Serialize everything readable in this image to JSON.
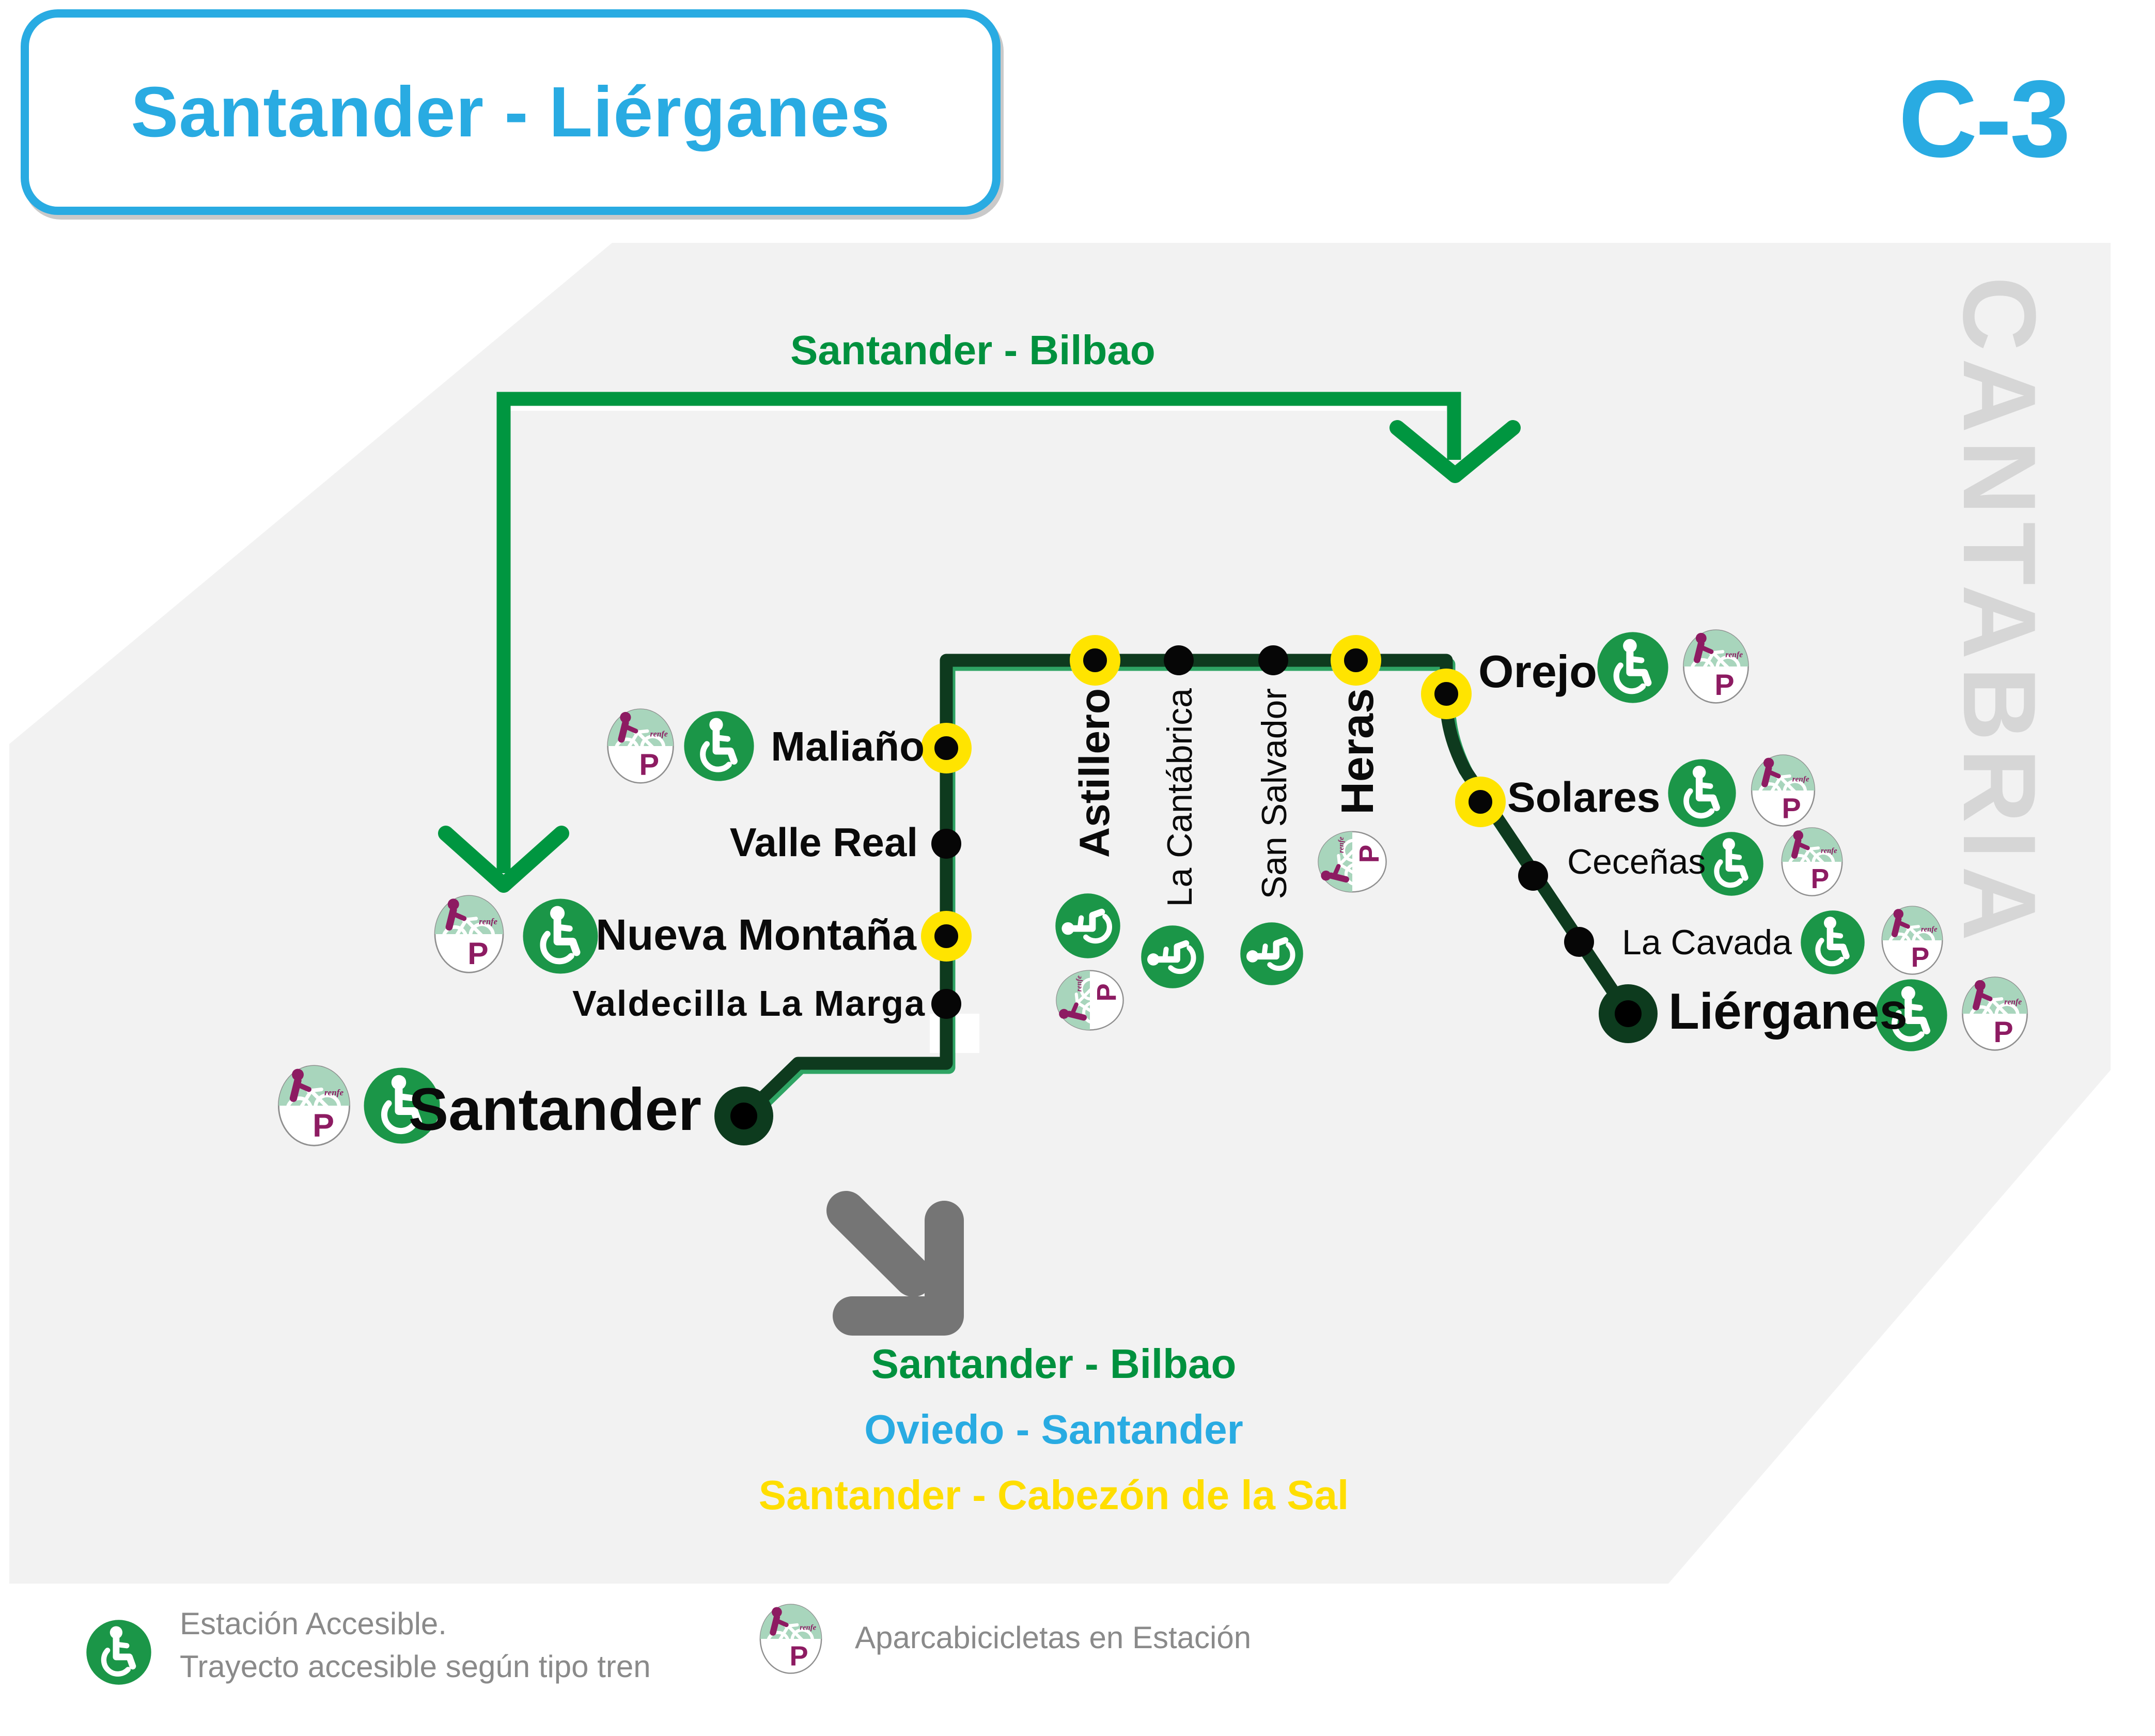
{
  "header": {
    "title": "Santander - Liérganes",
    "line_code": "C-3",
    "region_watermark": "CANTABRIA"
  },
  "colors": {
    "accent_cyan": "#29ABE2",
    "route_dark_green": "#0E3A1E",
    "route_edge_green": "#2FA464",
    "connection_arrow_green": "#009640",
    "interchange_yellow": "#FFE400",
    "bottom_label_green": "#00913E",
    "bottom_label_cyan": "#29ABE2",
    "bottom_label_yellow": "#FFDE00",
    "map_background_gray": "#F2F2F2",
    "transfer_arrow_gray": "#757575",
    "legend_text_gray": "#8A8A8A"
  },
  "top_connection": {
    "label": "Santander - Bilbao"
  },
  "bottom_connections": [
    {
      "label": "Santander - Bilbao",
      "color": "#00913E"
    },
    {
      "label": "Oviedo - Santander",
      "color": "#29ABE2"
    },
    {
      "label": "Santander - Cabezón de la Sal",
      "color": "#FFDE00"
    }
  ],
  "stations": [
    {
      "name": "Santander",
      "marker": "terminal",
      "accessible": true,
      "bike_parking": true,
      "label_orientation": "horizontal"
    },
    {
      "name": "Valdecilla La Marga",
      "marker": "intermediate",
      "accessible": false,
      "bike_parking": false,
      "label_orientation": "horizontal"
    },
    {
      "name": "Nueva Montaña",
      "marker": "interchange",
      "accessible": true,
      "bike_parking": true,
      "label_orientation": "horizontal"
    },
    {
      "name": "Valle Real",
      "marker": "intermediate",
      "accessible": false,
      "bike_parking": false,
      "label_orientation": "horizontal"
    },
    {
      "name": "Maliaño",
      "marker": "interchange",
      "accessible": true,
      "bike_parking": true,
      "label_orientation": "horizontal"
    },
    {
      "name": "Astillero",
      "marker": "interchange",
      "accessible": true,
      "bike_parking": true,
      "label_orientation": "vertical"
    },
    {
      "name": "La Cantábrica",
      "marker": "intermediate",
      "accessible": true,
      "bike_parking": false,
      "label_orientation": "vertical"
    },
    {
      "name": "San Salvador",
      "marker": "intermediate",
      "accessible": true,
      "bike_parking": false,
      "label_orientation": "vertical"
    },
    {
      "name": "Heras",
      "marker": "interchange",
      "accessible": false,
      "bike_parking": true,
      "label_orientation": "vertical"
    },
    {
      "name": "Orejo",
      "marker": "interchange",
      "accessible": true,
      "bike_parking": true,
      "label_orientation": "horizontal"
    },
    {
      "name": "Solares",
      "marker": "interchange",
      "accessible": true,
      "bike_parking": true,
      "label_orientation": "horizontal"
    },
    {
      "name": "Ceceñas",
      "marker": "intermediate",
      "accessible": true,
      "bike_parking": true,
      "label_orientation": "horizontal"
    },
    {
      "name": "La Cavada",
      "marker": "intermediate",
      "accessible": true,
      "bike_parking": true,
      "label_orientation": "horizontal"
    },
    {
      "name": "Liérganes",
      "marker": "terminal",
      "accessible": true,
      "bike_parking": true,
      "label_orientation": "horizontal"
    }
  ],
  "legend": {
    "accessible_line1": "Estación Accesible.",
    "accessible_line2": "Trayecto accesible según tipo tren",
    "bike_parking": "Aparcabicicletas en Estación"
  }
}
